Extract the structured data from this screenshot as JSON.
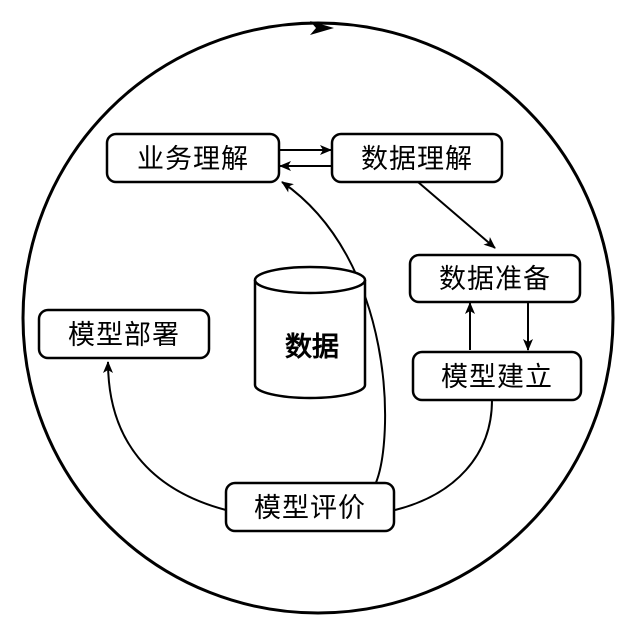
{
  "nodes": {
    "business_understanding": "业务理解",
    "data_understanding": "数据理解",
    "data_preparation": "数据准备",
    "modeling": "模型建立",
    "evaluation": "模型评价",
    "deployment": "模型部署"
  },
  "center": {
    "label": "数据"
  },
  "colors": {
    "stroke": "#000000",
    "background": "#ffffff"
  }
}
